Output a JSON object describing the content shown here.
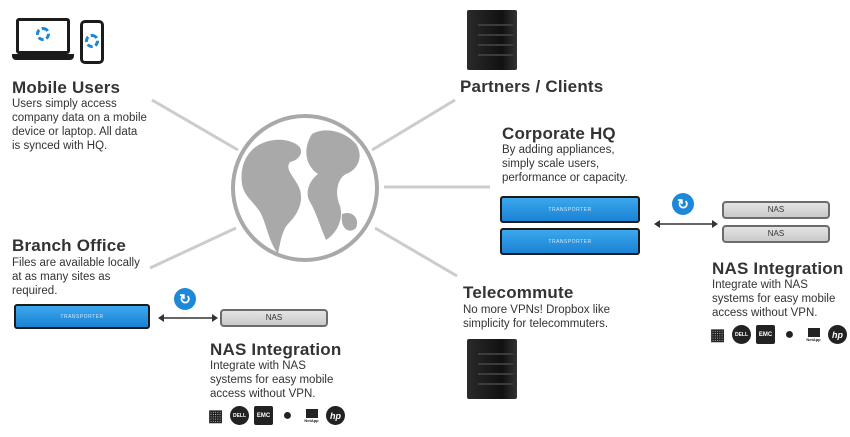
{
  "colors": {
    "accent": "#1e88d8",
    "line": "#cccccc",
    "globe": "#a9a9a9"
  },
  "mobile": {
    "title": "Mobile Users",
    "desc": "Users simply access\ncompany data on a mobile\ndevice or laptop. All data\nis synced with HQ."
  },
  "branch": {
    "title": "Branch Office",
    "desc": "Files are available locally\nat as many sites as\nrequired."
  },
  "partners": {
    "title": "Partners / Clients"
  },
  "hq": {
    "title": "Corporate HQ",
    "desc": "By adding appliances,\nsimply scale users,\nperformance or capacity."
  },
  "telecommute": {
    "title": "Telecommute",
    "desc": "No more VPNs! Dropbox like\nsimplicity for telecommuters."
  },
  "nas_branch": {
    "title": "NAS Integration",
    "desc": "Integrate with NAS\nsystems for easy mobile\naccess without VPN.",
    "unit_label": "NAS"
  },
  "nas_hq": {
    "title": "NAS Integration",
    "desc": "Integrate with NAS\nsystems for easy mobile\naccess without VPN.",
    "unit_labels": [
      "NAS",
      "NAS"
    ]
  },
  "vendor_logos": [
    {
      "icon": "windows-logo",
      "text": ""
    },
    {
      "icon": "dell-logo",
      "text": "DELL"
    },
    {
      "icon": "emc-logo",
      "text": "EMC"
    },
    {
      "icon": "apple-logo",
      "text": ""
    },
    {
      "icon": "netapp-logo",
      "text": "NetApp"
    },
    {
      "icon": "hp-logo",
      "text": "hp"
    }
  ]
}
